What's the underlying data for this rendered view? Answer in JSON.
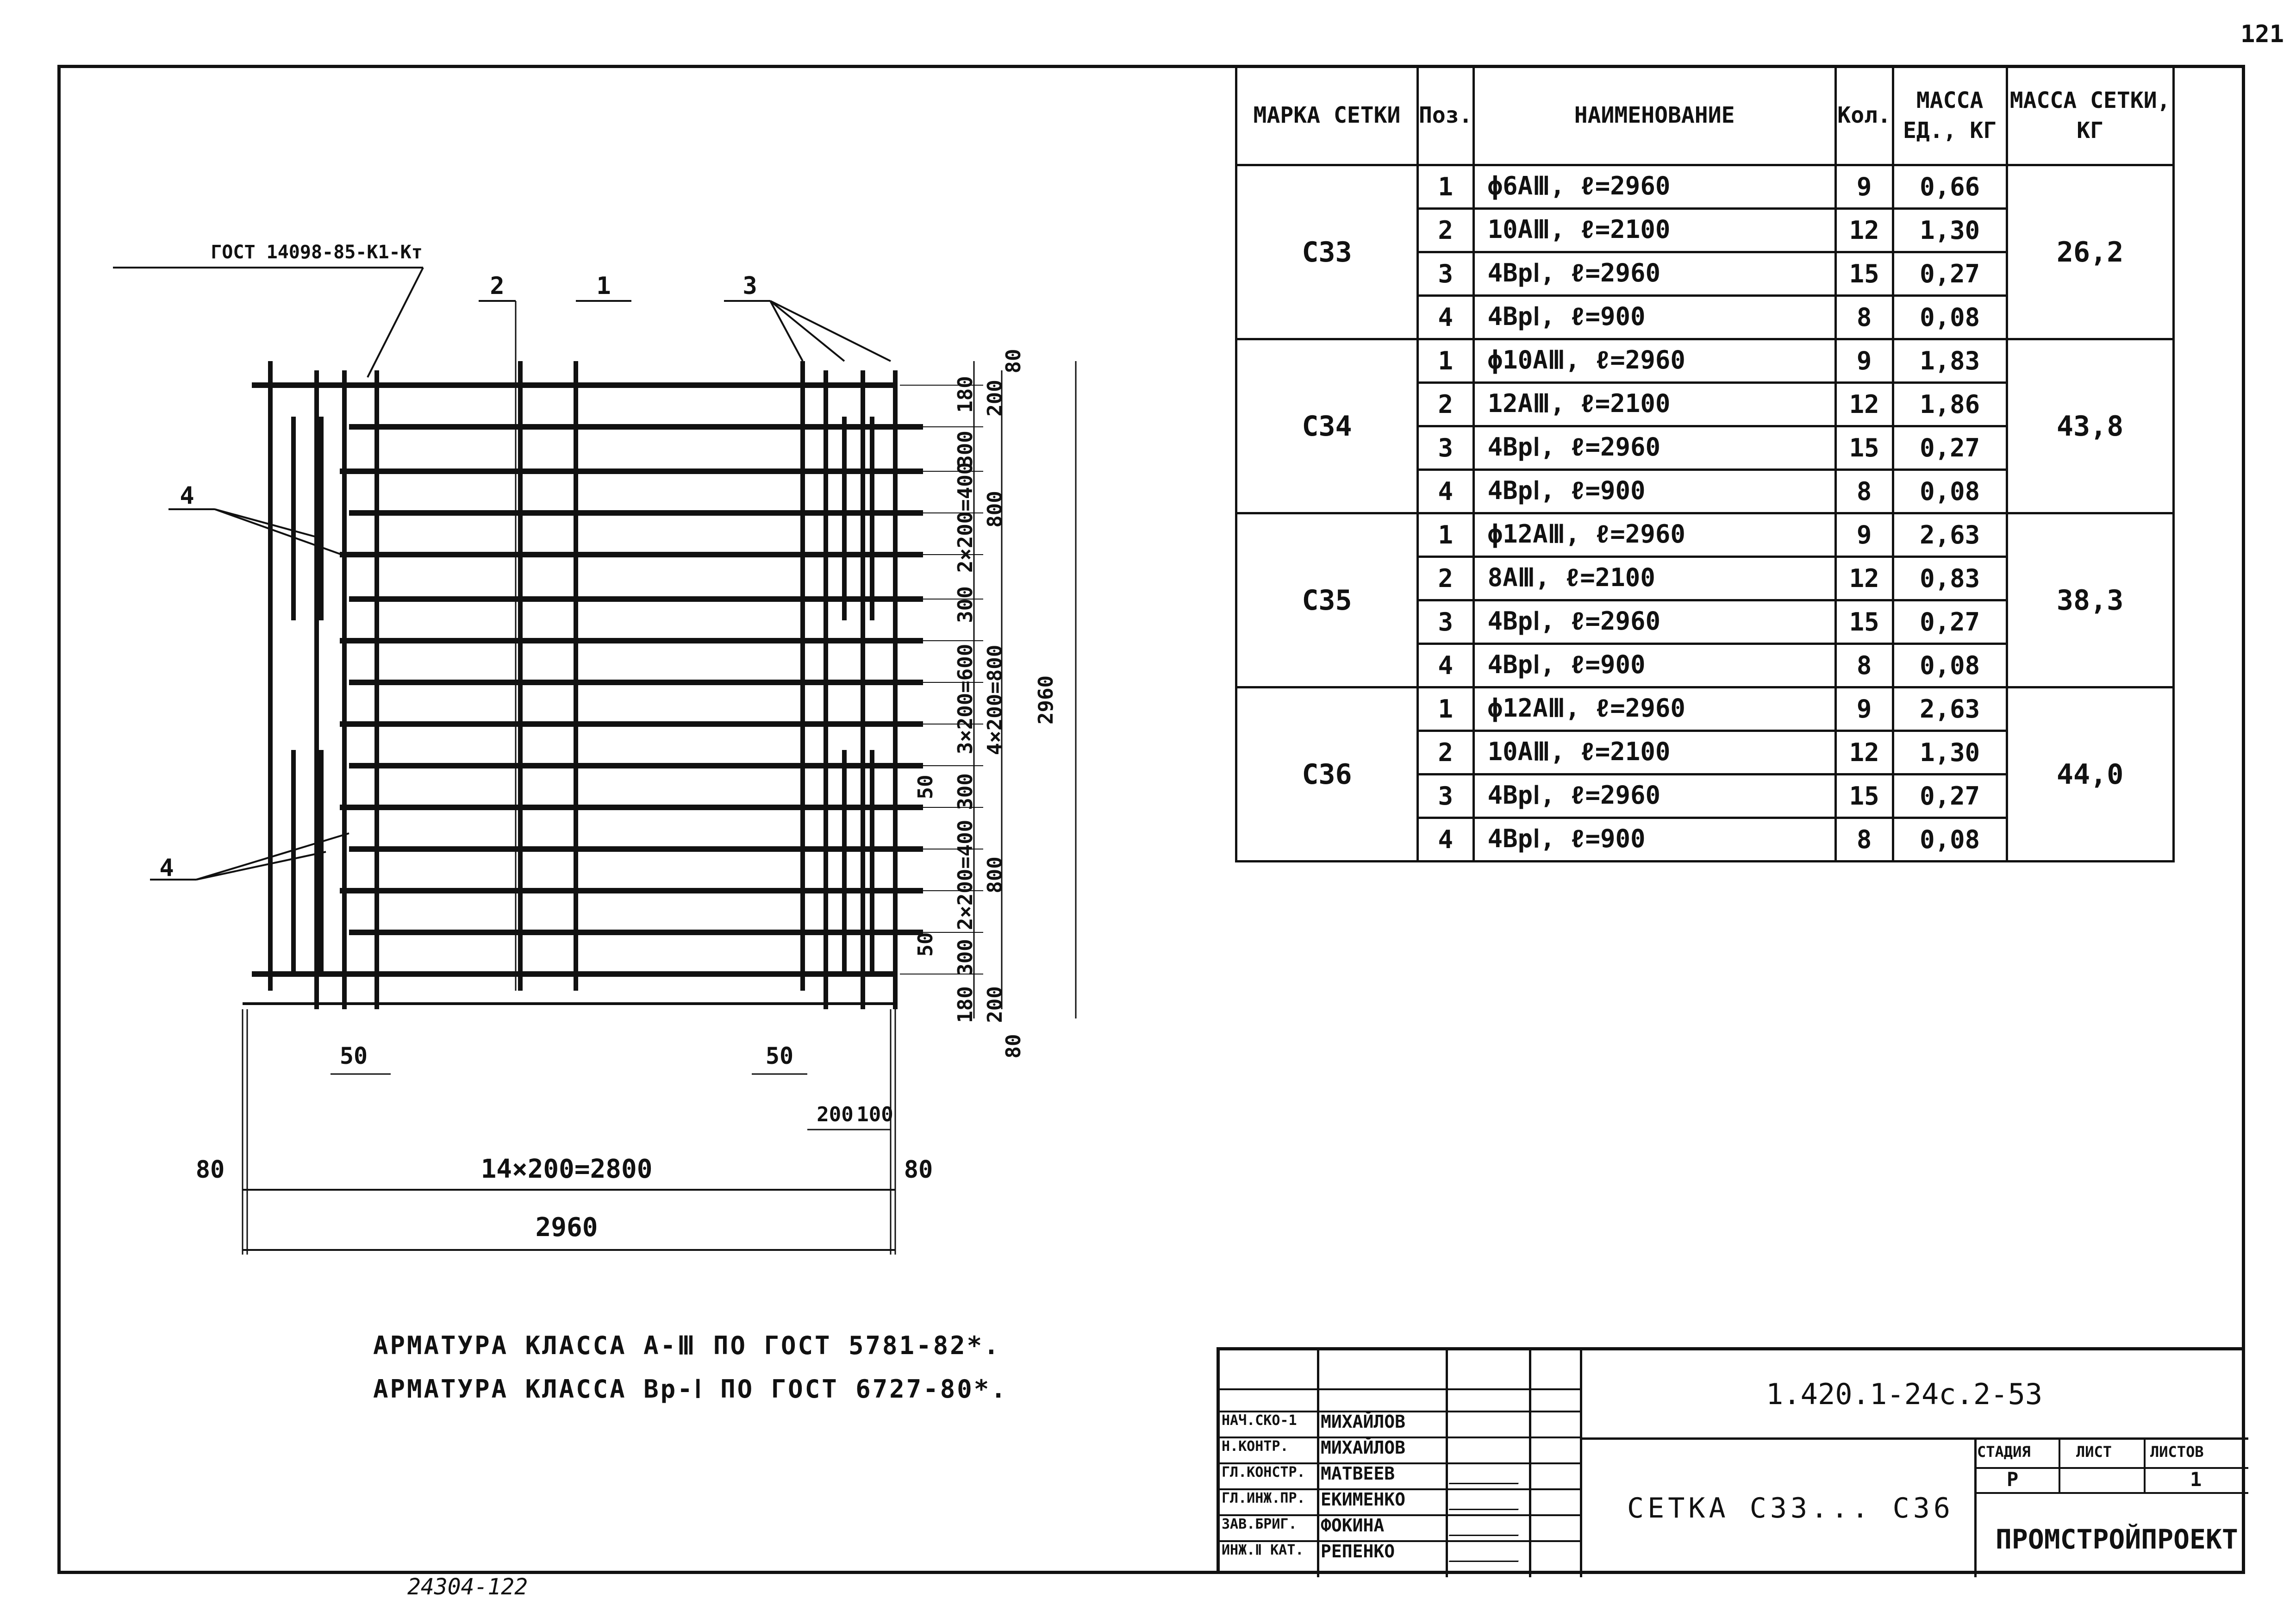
{
  "page_number": "121",
  "footer_number": "24304-122",
  "drawing": {
    "leader_gost": "ГОСТ 14098-85-К1-Кт",
    "pos_labels": [
      "2",
      "1",
      "3",
      "4",
      "4"
    ],
    "bottom_dims": {
      "left_80": "80",
      "right_80": "80",
      "span": "14×200=2800",
      "total": "2960",
      "left_50": "50",
      "right_50": "50",
      "d200": "200",
      "d100": "100"
    },
    "right_dims": {
      "a80": "80",
      "a180": "180",
      "a200": "200",
      "a300": "300",
      "a2x200": "2×200=400",
      "a800": "800",
      "a300b": "300",
      "a3x200": "3×200=600",
      "a4x200": "4×200=800",
      "a2960": "2960",
      "a300c": "300",
      "a50": "50",
      "a2x200b": "2×200=400",
      "a800b": "800",
      "a50b": "50",
      "a300d": "300",
      "a180b": "180",
      "a200b": "200",
      "a80b": "80"
    }
  },
  "spec_table": {
    "headers": {
      "mark": "МАРКА СЕТКИ",
      "pos": "Поз.",
      "name": "НАИМЕНОВАНИЕ",
      "qty": "Кол.",
      "unit_mass": "МАССА ЕД., КГ",
      "mesh_mass": "МАССА СЕТКИ, КГ"
    },
    "groups": [
      {
        "mark": "С33",
        "mass": "26,2",
        "rows": [
          {
            "pos": "1",
            "name": "ϕ6АⅢ, ℓ=2960",
            "qty": "9",
            "unit": "0,66"
          },
          {
            "pos": "2",
            "name": "10АⅢ, ℓ=2100",
            "qty": "12",
            "unit": "1,30"
          },
          {
            "pos": "3",
            "name": "4ВрⅠ, ℓ=2960",
            "qty": "15",
            "unit": "0,27"
          },
          {
            "pos": "4",
            "name": "4ВрⅠ, ℓ=900",
            "qty": "8",
            "unit": "0,08"
          }
        ]
      },
      {
        "mark": "С34",
        "mass": "43,8",
        "rows": [
          {
            "pos": "1",
            "name": "ϕ10АⅢ, ℓ=2960",
            "qty": "9",
            "unit": "1,83"
          },
          {
            "pos": "2",
            "name": "12АⅢ, ℓ=2100",
            "qty": "12",
            "unit": "1,86"
          },
          {
            "pos": "3",
            "name": "4ВрⅠ, ℓ=2960",
            "qty": "15",
            "unit": "0,27"
          },
          {
            "pos": "4",
            "name": "4ВрⅠ, ℓ=900",
            "qty": "8",
            "unit": "0,08"
          }
        ]
      },
      {
        "mark": "С35",
        "mass": "38,3",
        "rows": [
          {
            "pos": "1",
            "name": "ϕ12АⅢ, ℓ=2960",
            "qty": "9",
            "unit": "2,63"
          },
          {
            "pos": "2",
            "name": "8АⅢ, ℓ=2100",
            "qty": "12",
            "unit": "0,83"
          },
          {
            "pos": "3",
            "name": "4ВрⅠ, ℓ=2960",
            "qty": "15",
            "unit": "0,27"
          },
          {
            "pos": "4",
            "name": "4ВрⅠ, ℓ=900",
            "qty": "8",
            "unit": "0,08"
          }
        ]
      },
      {
        "mark": "С36",
        "mass": "44,0",
        "rows": [
          {
            "pos": "1",
            "name": "ϕ12АⅢ, ℓ=2960",
            "qty": "9",
            "unit": "2,63"
          },
          {
            "pos": "2",
            "name": "10АⅢ, ℓ=2100",
            "qty": "12",
            "unit": "1,30"
          },
          {
            "pos": "3",
            "name": "4ВрⅠ, ℓ=2960",
            "qty": "15",
            "unit": "0,27"
          },
          {
            "pos": "4",
            "name": "4ВрⅠ, ℓ=900",
            "qty": "8",
            "unit": "0,08"
          }
        ]
      }
    ]
  },
  "notes": [
    "АРМАТУРА КЛАССА А-Ⅲ ПО ГОСТ 5781-82*.",
    "АРМАТУРА КЛАССА Вр-Ⅰ ПО ГОСТ 6727-80*."
  ],
  "title_block": {
    "doc_code": "1.420.1-24с.2-53",
    "title": "СЕТКА С33... С36",
    "stage_label": "СТАДИЯ",
    "sheet_label": "ЛИСТ",
    "sheets_label": "ЛИСТОВ",
    "stage": "Р",
    "sheets": "1",
    "org": "ПРОМСТРОЙПРОЕКТ",
    "roles": [
      {
        "role": "НАЧ.СКО-1",
        "name": "МИХАЙЛОВ"
      },
      {
        "role": "Н.КОНТР.",
        "name": "МИХАЙЛОВ"
      },
      {
        "role": "ГЛ.КОНСТР.",
        "name": "МАТВЕЕВ"
      },
      {
        "role": "ГЛ.ИНЖ.ПР.",
        "name": "ЕКИМЕНКО"
      },
      {
        "role": "ЗАВ.БРИГ.",
        "name": "ФОКИНА"
      },
      {
        "role": "ИНЖ.Ⅱ КАТ.",
        "name": "РЕПЕНКО"
      }
    ]
  }
}
